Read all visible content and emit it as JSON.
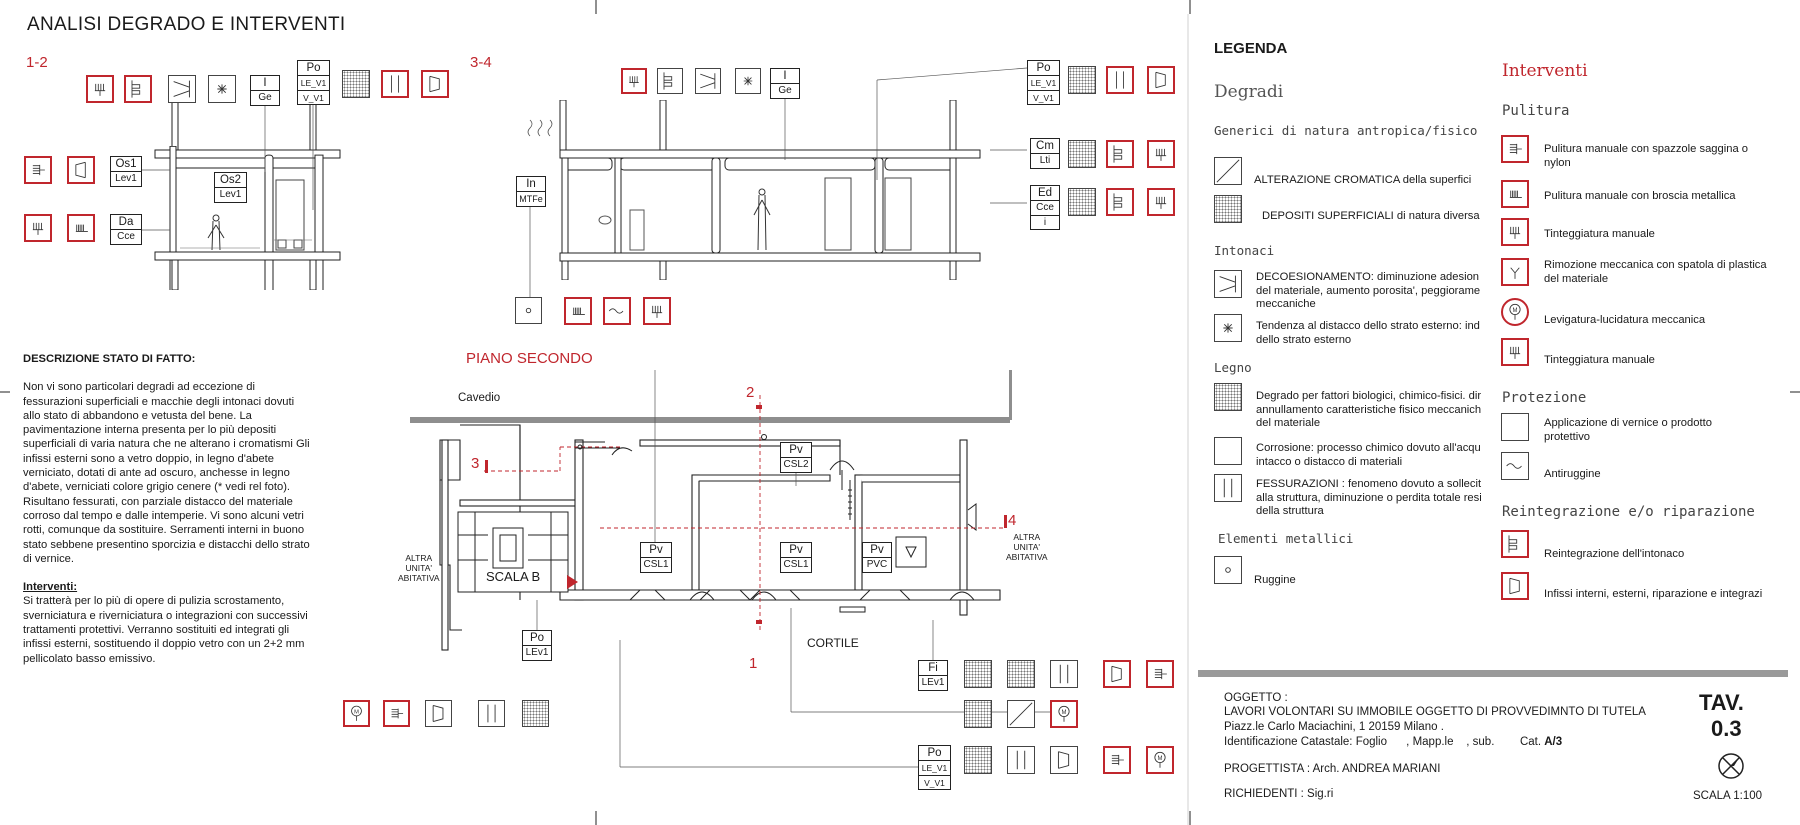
{
  "sheet": {
    "title": "ANALISI DEGRADO E INTERVENTI",
    "section_a": "1-2",
    "section_b": "3-4",
    "floor_title": "PIANO SECONDO"
  },
  "tags": {
    "po": "Po",
    "le_v1": "LE_V1",
    "v_v1": "V_V1",
    "i": "I",
    "ge": "Ge",
    "os1": "Os1",
    "lev1": "Lev1",
    "os2": "Os2",
    "da": "Da",
    "cce": "Cce",
    "in_": "In",
    "mtfe": "MTFe",
    "cm": "Cm",
    "lti": "Lti",
    "ed": "Ed",
    "i_small": "i",
    "pv": "Pv",
    "csl2": "CSL2",
    "csl1": "CSL1",
    "pvc": "PVC",
    "lev1_low": "LEv1",
    "fi": "Fi",
    "le_v1_b": "LE_V1",
    "v_v1_b": "V_V1"
  },
  "plan": {
    "cavedio": "Cavedio",
    "scala": "SCALA B",
    "cortile": "CORTILE",
    "altra_left": [
      "ALTRA",
      "UNITA'",
      "ABITATIVA"
    ],
    "altra_right": [
      "ALTRA",
      "UNITA'",
      "ABITATIVA"
    ],
    "cut1": "1",
    "cut2": "2",
    "cut3": "3",
    "cut4": "4"
  },
  "description": {
    "heading": "DESCRIZIONE STATO DI FATTO:",
    "body": "Non vi sono particolari degradi ad eccezione di fessurazioni superficiali e macchie degli intonaci dovuti allo stato di abbandono e vetusta del bene. La pavimentazione interna presenta per lo più depositi superficiali di varia natura che ne alterano i cromatismi Gli infissi esterni sono a vetro doppio, in legno d'abete verniciato, dotati di ante ad oscuro, anchesse in legno d'abete, verniciati colore grigio cenere (* vedi rel foto). Risultano fessurati, con parziale distacco del materiale corroso dal tempo e dalle intemperie. Vi sono alcuni vetri rotti, comunque da sostituire. Serramenti interni in buono stato sebbene presentino sporcizia e distacchi dello strato di vernice.",
    "interventi_heading": "Interventi:",
    "interventi_body": "Si tratterà per lo più di opere di pulizia scrostamento, sverniciatura e riverniciatura o integrazioni con successivi trattamenti protettivi. Verranno sostituiti ed integrati gli infissi esterni, sostituendo il doppio vetro con un 2+2 mm pellicolato basso emissivo."
  },
  "legend": {
    "title": "LEGENDA",
    "degradi": "Degradi",
    "generici": "Generici di natura antropica/fisico ch",
    "alterazione_bold": "ALTERAZIONE CROMATICA",
    "alterazione_rest": " della superfici",
    "depositi_bold": "DEPOSITI SUPERFICIALI",
    "depositi_rest": " di natura diversa",
    "intonaci": "Intonaci",
    "decoes": "DECOESIONAMENTO: diminuzione adesion del materiale, aumento porosita', peggiorame meccaniche",
    "tendenza": "Tendenza al distacco dello strato esterno: ind dello strato esterno",
    "legno": "Legno",
    "biologici": "Degrado per fattori biologici, chimico-fisici. dir annullamento caratteristiche fisico meccanich del materiale",
    "corrosione": "Corrosione: processo chimico dovuto all'acqu intacco o distacco di materiali",
    "fessurazioni": "FESSURAZIONI : fenomeno dovuto a sollecit alla struttura, diminuzione o perdita totale resi della struttura",
    "metallici": "Elementi metallici",
    "ruggine": "Ruggine",
    "interventi": "Interventi",
    "pulitura": "Pulitura",
    "p1": "Pulitura manuale con spazzole saggina o nylon",
    "p2": "Pulitura manuale con broscia metallica",
    "p3": "Tinteggiatura manuale",
    "p4": "Rimozione meccanica con spatola di plastica del materiale",
    "p5": "Levigatura-lucidatura meccanica",
    "p6": "Tinteggiatura manuale",
    "protezione": "Protezione",
    "pr1": "Applicazione di vernice o prodotto protettivo",
    "pr2": "Antiruggine",
    "reintegrazione": "Reintegrazione e/o riparazione",
    "r1": "Reintegrazione dell'intonaco",
    "r2": "Infissi interni, esterni, riparazione e integrazi"
  },
  "titleblock": {
    "oggetto": "OGGETTO :",
    "line1": "LAVORI VOLONTARI SU IMMOBILE OGGETTO DI PROVVEDIMNTO DI TUTELA",
    "line2": "Piazz.le Carlo Maciachini, 1 20159  Milano .",
    "line3": "Identificazione Catastale: Foglio      , Mapp.le    , sub.        Cat. ",
    "cat": "A/3",
    "progettista": "PROGETTISTA : Arch.      ANDREA MARIANI",
    "richiedenti": "RICHIEDENTI    : Sig.ri",
    "tav": "TAV.",
    "tav_no": "0.3",
    "scala": "SCALA 1:100"
  },
  "colors": {
    "accent": "#c0262d",
    "line": "#222222",
    "grey_bar": "#9a9a9a"
  }
}
